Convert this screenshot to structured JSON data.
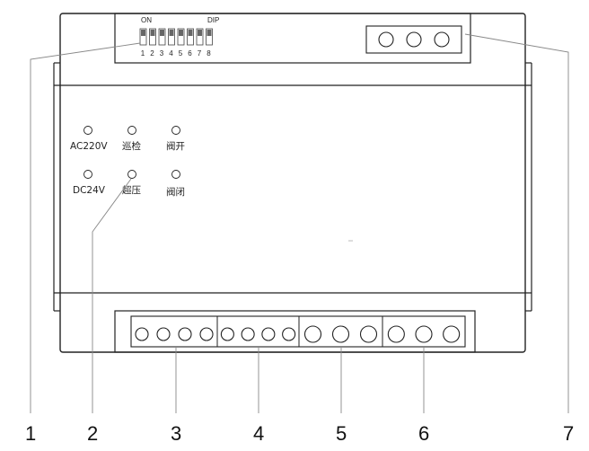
{
  "dip_switch": {
    "on_label": "ON",
    "dip_label": "DIP",
    "positions": [
      "1",
      "2",
      "3",
      "4",
      "5",
      "6",
      "7",
      "8"
    ]
  },
  "indicators": [
    {
      "label": "AC220V"
    },
    {
      "label": "巡检"
    },
    {
      "label": "阀开"
    },
    {
      "label": "DC24V"
    },
    {
      "label": "超压"
    },
    {
      "label": "阀闭"
    }
  ],
  "callouts": [
    "1",
    "2",
    "3",
    "4",
    "5",
    "6",
    "7"
  ],
  "terminal_blocks": {
    "top_right_holes": 3,
    "bottom_groups": [
      {
        "callout": "3",
        "holes": 4
      },
      {
        "callout": "4",
        "holes": 4
      },
      {
        "callout": "5",
        "holes": 3
      },
      {
        "callout": "6",
        "holes": 3
      }
    ]
  }
}
